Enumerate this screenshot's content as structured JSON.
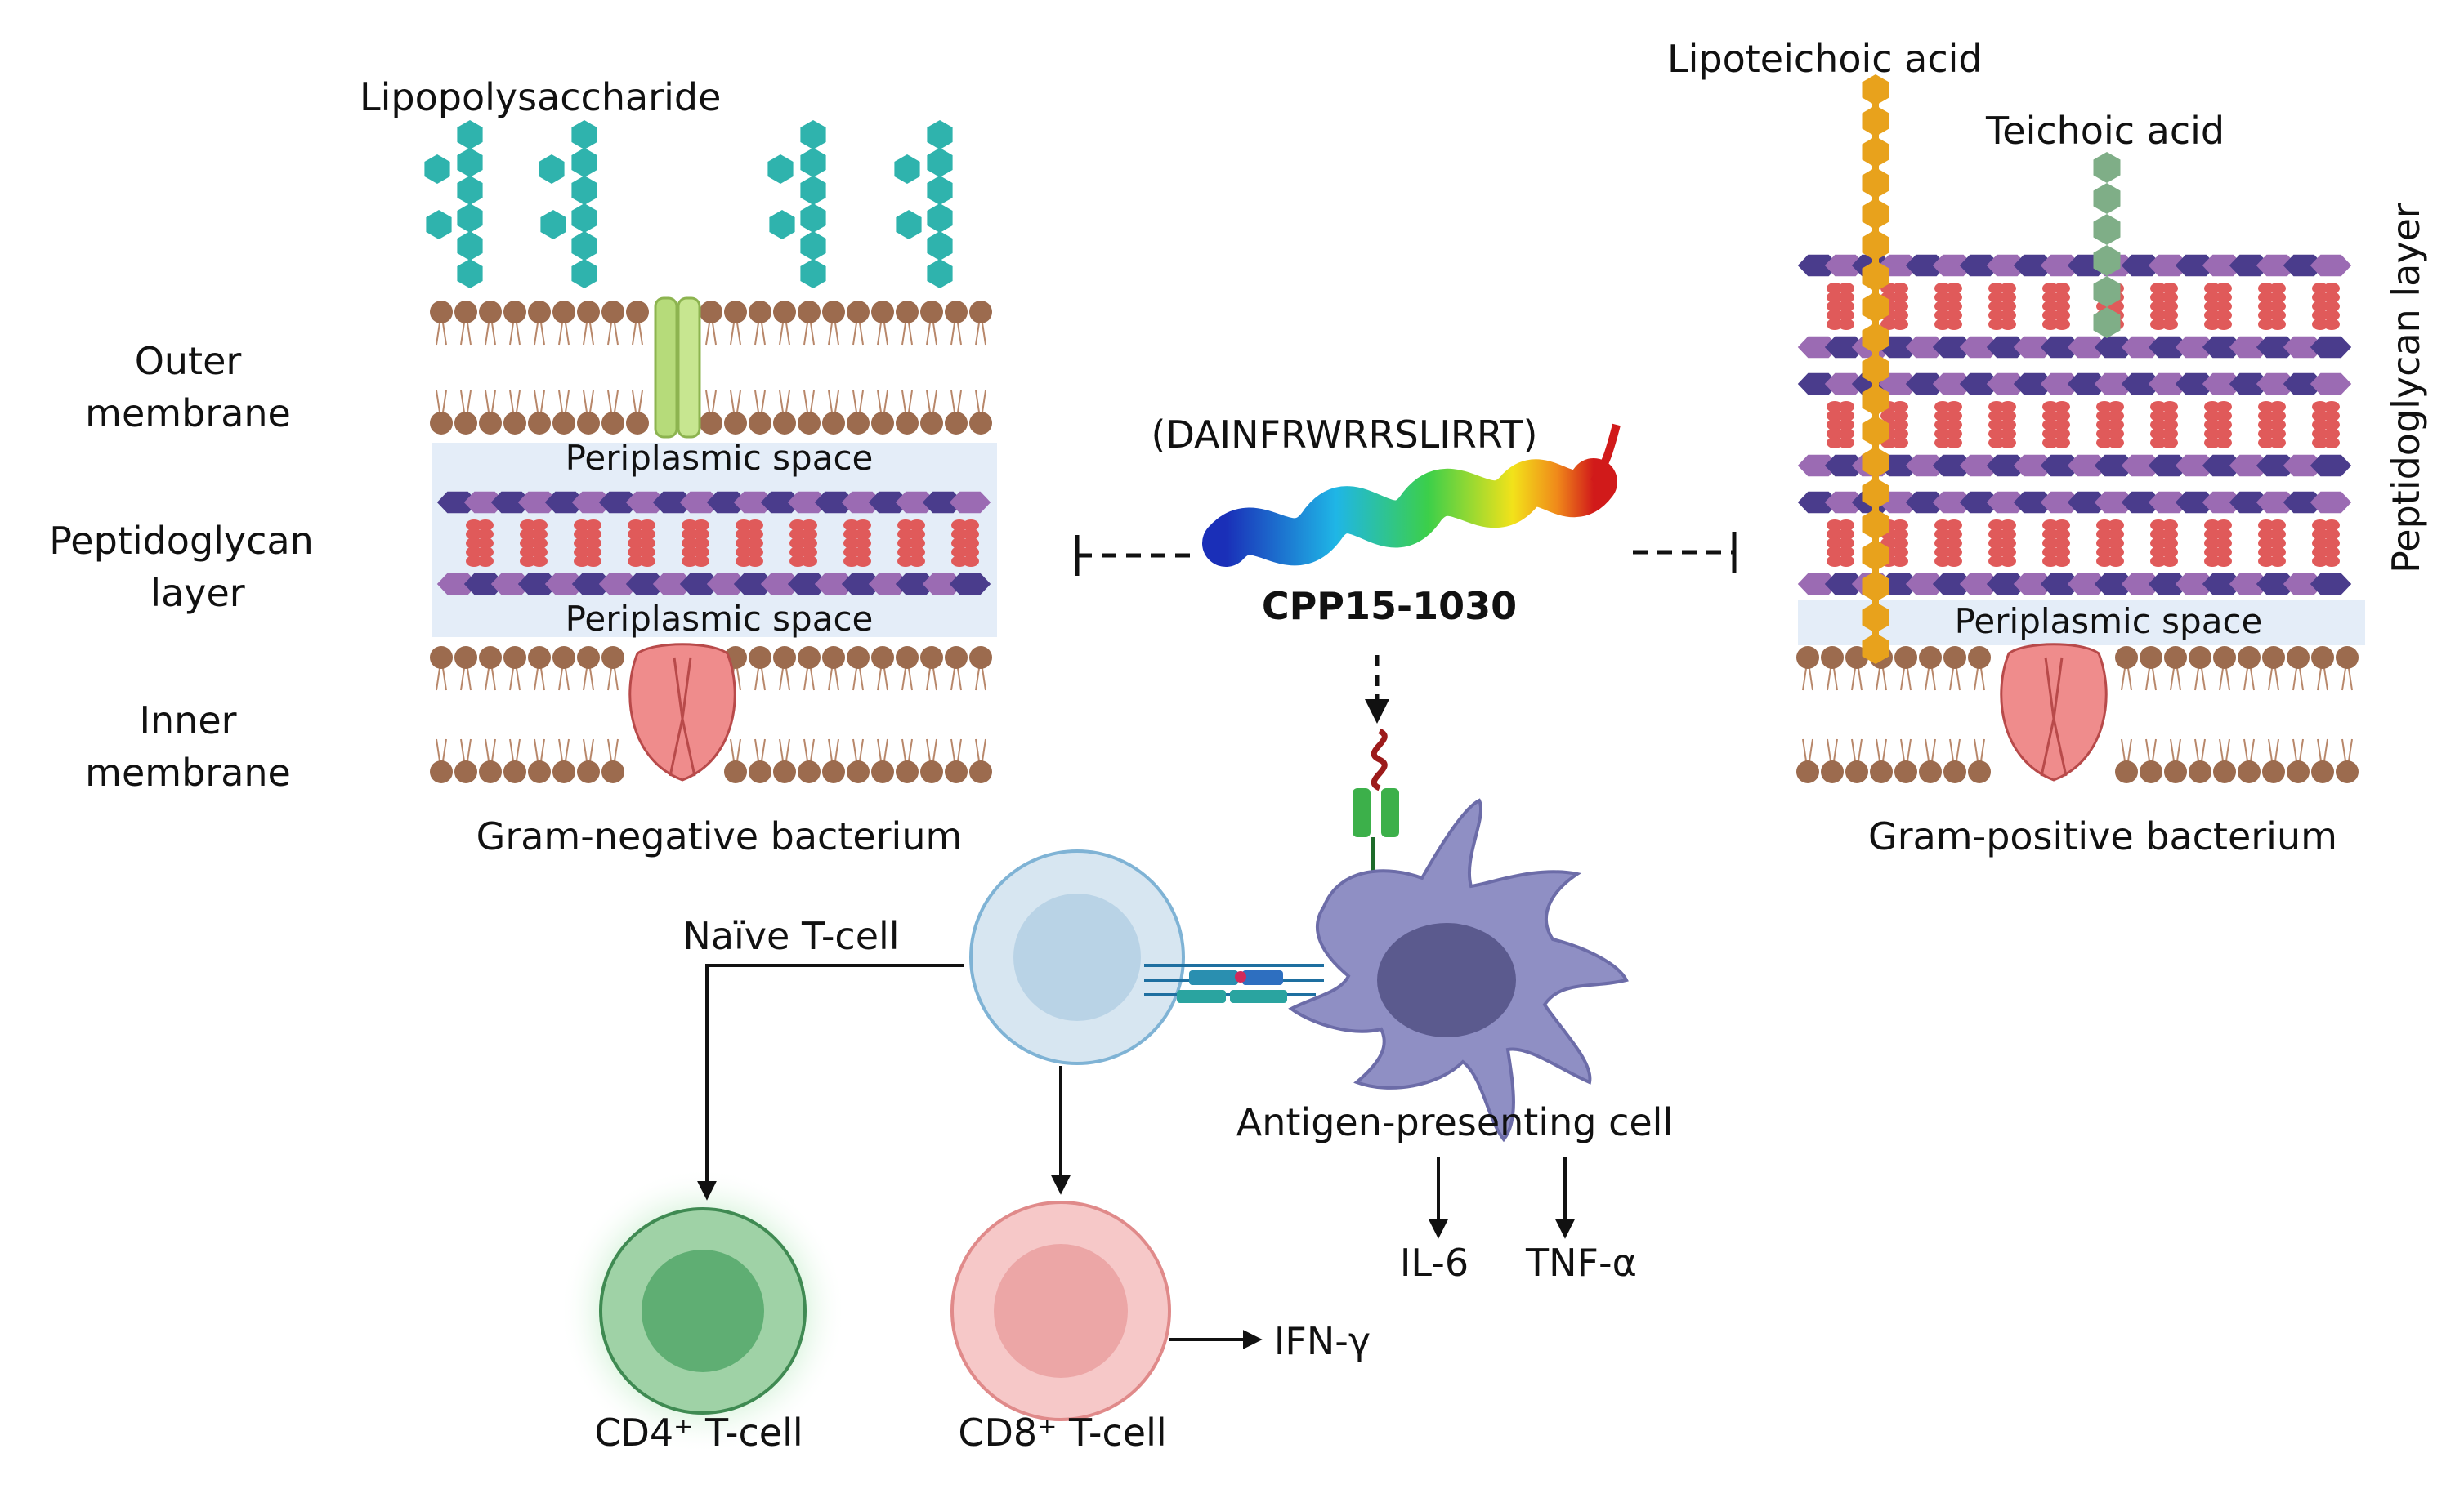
{
  "labels": {
    "lipopolysaccharide": "Lipopolysaccharide",
    "outer_membrane_1": "Outer",
    "outer_membrane_2": "membrane",
    "peptidoglycan_1": "Peptidoglycan",
    "peptidoglycan_2": "layer",
    "inner_membrane_1": "Inner",
    "inner_membrane_2": "membrane",
    "periplasmic_top": "Periplasmic space",
    "periplasmic_bottom": "Periplasmic space",
    "periplasmic_right": "Periplasmic space",
    "gram_negative": "Gram-negative  bacterium",
    "gram_positive": "Gram-positive  bacterium",
    "lipoteichoic": "Lipoteichoic acid",
    "teichoic": "Teichoic acid",
    "peptidoglycan_vertical": "Peptidoglycan layer",
    "peptide_sequence": "(DAINFRWRRSLIRRT)",
    "peptide_name": "CPP15-1030",
    "naive_tcell": "Naïve T-cell",
    "apc": "Antigen-presenting  cell",
    "il6": "IL-6",
    "tnf": "TNF-α",
    "cd4": "CD4⁺ T-cell",
    "cd8": "CD8⁺ T-cell",
    "ifn": "IFN-γ"
  },
  "colors": {
    "lps": "#2fb3ad",
    "lipid_head": "#9c6b4e",
    "porin": "#b6db7a",
    "peri_bg": "#e4edf8",
    "pg_purple": "#4a3c8c",
    "pg_violet": "#9b6bb3",
    "pg_red": "#e05a5a",
    "lta": "#e8a21c",
    "ta": "#7fae87",
    "apc": "#8f8fc4",
    "naive": "#c8dcea",
    "cd4": "#7fc291",
    "cd8": "#f1b3b3",
    "transporter": "#ef8c8c"
  }
}
